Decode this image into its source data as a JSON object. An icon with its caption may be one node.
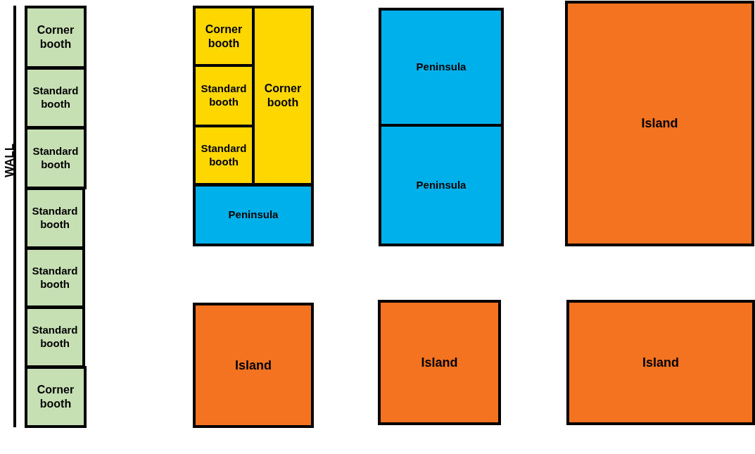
{
  "diagram": {
    "nodes": [
      {
        "text": [
          "Corner booth"
        ]
      },
      {
        "text": [
          "Standard booth"
        ]
      },
      {
        "text": [
          "Standard booth"
        ]
      },
      {
        "text": [
          "Standard booth"
        ]
      },
      {
        "text": [
          "Standard booth"
        ]
      },
      {
        "text": [
          "Standard booth"
        ]
      },
      {
        "text": [
          "Corner booth"
        ]
      },
      {
        "text": [
          "Corner booth"
        ]
      },
      {
        "text": [
          "Standard booth"
        ]
      },
      {
        "text": [
          "Standard booth"
        ]
      },
      {
        "text": [
          "Corner booth"
        ]
      },
      {
        "text": [
          "Peninsula"
        ]
      },
      {
        "text": [
          "Peninsula"
        ]
      },
      {
        "text": [
          "Peninsula"
        ]
      },
      {
        "text": [
          "Island"
        ]
      },
      {
        "text": [
          "Island"
        ]
      },
      {
        "text": [
          "Island"
        ]
      },
      {
        "text": [
          "Island"
        ]
      }
    ],
    "labels": [
      "WALL"
    ]
  }
}
